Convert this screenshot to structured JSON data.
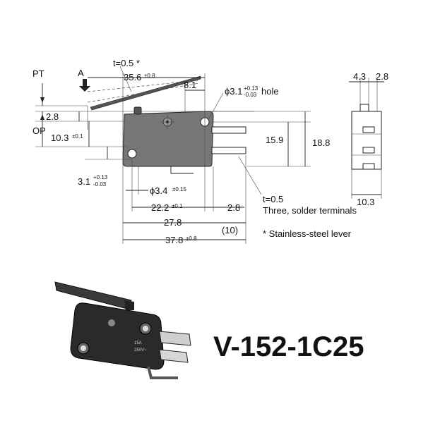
{
  "model": "V-152-1C25",
  "labels": {
    "pt": "PT",
    "op": "OP",
    "a": "A",
    "t_lever": "t=0.5 *",
    "hole_prefix": "ϕ3.1",
    "hole_tol_upper": "+0.13",
    "hole_tol_lower": "-0.03",
    "hole_suffix": "hole",
    "d_35_6": "35.6",
    "tol_35_6": "±0.8",
    "d_8_1": "8.1",
    "d_2_8_left": "2.8",
    "d_10_3": "10.3",
    "tol_10_3": "±0.1",
    "d_15_9": "15.9",
    "d_18_8": "18.8",
    "d_3_1": "3.1",
    "tol_3_1_upper": "+0.13",
    "tol_3_1_lower": "-0.03",
    "d_3_4": "ϕ3.4",
    "tol_3_4": "±0.15",
    "d_22_2": "22.2",
    "tol_22_2": "±0.1",
    "d_2_8_bottom": "2.8",
    "d_27_8": "27.8",
    "d_10": "(10)",
    "d_37_8": "37.8",
    "tol_37_8": "±0.8",
    "t_terminal": "t=0.5",
    "terminal_note": "Three, solder terminals",
    "lever_note": "* Stainless-steel lever",
    "side_4_3": "4.3",
    "side_2_8": "2.8",
    "side_10_3": "10.3"
  },
  "photo_markings": [
    "15A",
    "250V~"
  ],
  "colors": {
    "body": "#777777",
    "photo_body": "#2a2a2a",
    "line": "#222222"
  }
}
